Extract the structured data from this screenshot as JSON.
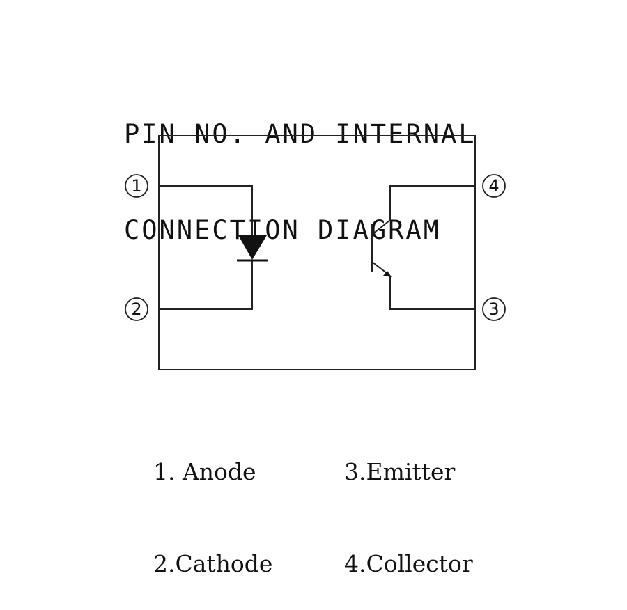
{
  "title": {
    "line1": "PIN NO. AND INTERNAL",
    "line2": "CONNECTION DIAGRAM"
  },
  "pins": {
    "p1": "1",
    "p2": "2",
    "p3": "3",
    "p4": "4"
  },
  "legend": {
    "anode": "1. Anode",
    "cathode": "2.Cathode",
    "emitter": "3.Emitter",
    "collector": "4.Collector"
  }
}
